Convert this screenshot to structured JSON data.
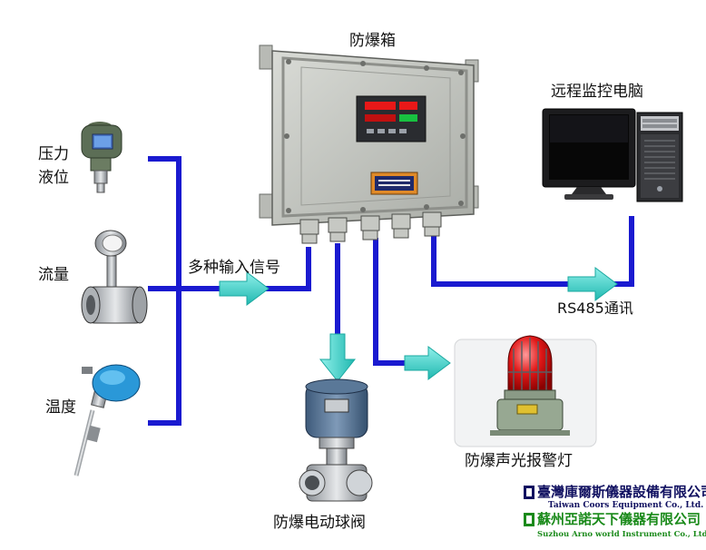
{
  "labels": {
    "box": "防爆箱",
    "pc": "远程监控电脑",
    "pressure_level_1": "压力",
    "pressure_level_2": "液位",
    "flow": "流量",
    "temperature": "温度",
    "multi_input": "多种输入信号",
    "rs485": "RS485通讯",
    "valve": "防爆电动球阀",
    "alarm_light": "防爆声光报警灯"
  },
  "company": {
    "taiwan_cn": "臺灣庫爾斯儀器設備有限公司",
    "taiwan_en": "Taiwan Coors Equipment Co., Ltd.",
    "suzhou_cn": "蘇州亞諾天下儀器有限公司",
    "suzhou_en": "Suzhou Arno world Instrument Co., Ltd."
  },
  "colors": {
    "line": "#1a1ad0",
    "arrow": "#40d8d0",
    "box_body": "#c9cbc6",
    "display_red": "#e81818",
    "company_blue": "#101060",
    "company_green": "#1a8a1a"
  }
}
